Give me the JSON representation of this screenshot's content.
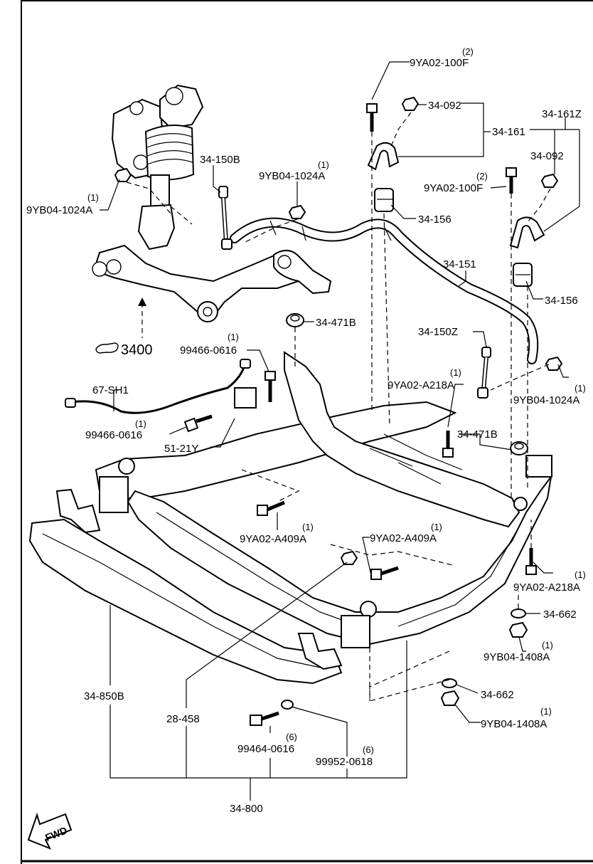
{
  "parts": {
    "p_9ya02_100f_top": {
      "code": "9YA02-100F",
      "qty": "(2)"
    },
    "p_34_092_top": {
      "code": "34-092"
    },
    "p_34_161": {
      "code": "34-161"
    },
    "p_34_161z": {
      "code": "34-161Z"
    },
    "p_34_092_right": {
      "code": "34-092"
    },
    "p_9ya02_100f_right": {
      "code": "9YA02-100F",
      "qty": "(2)"
    },
    "p_34_150b": {
      "code": "34-150B"
    },
    "p_9yb04_1024a_mid": {
      "code": "9YB04-1024A",
      "qty": "(1)"
    },
    "p_9yb04_1024a_left": {
      "code": "9YB04-1024A",
      "qty": "(1)"
    },
    "p_34_156_top": {
      "code": "34-156"
    },
    "p_34_151": {
      "code": "34-151"
    },
    "p_34_156_right": {
      "code": "34-156"
    },
    "p_34_471b_top": {
      "code": "34-471B"
    },
    "p_3400": {
      "code": "3400"
    },
    "p_99466_0616_top": {
      "code": "99466-0616",
      "qty": "(1)"
    },
    "p_34_150z": {
      "code": "34-150Z"
    },
    "p_67_sh1": {
      "code": "67-SH1"
    },
    "p_9ya02_a218a_top": {
      "code": "9YA02-A218A",
      "qty": "(1)"
    },
    "p_9yb04_1024a_right": {
      "code": "9YB04-1024A",
      "qty": "(1)"
    },
    "p_99466_0616_bottom": {
      "code": "99466-0616",
      "qty": "(1)"
    },
    "p_34_471b_right": {
      "code": "34-471B"
    },
    "p_51_21y": {
      "code": "51-21Y"
    },
    "p_9ya02_a409a_left": {
      "code": "9YA02-A409A",
      "qty": "(1)"
    },
    "p_9ya02_a409a_mid": {
      "code": "9YA02-A409A",
      "qty": "(1)"
    },
    "p_9ya02_a218a_bottom": {
      "code": "9YA02-A218A",
      "qty": "(1)"
    },
    "p_34_662_top": {
      "code": "34-662"
    },
    "p_9yb04_1408a_top": {
      "code": "9YB04-1408A",
      "qty": "(1)"
    },
    "p_34_850b": {
      "code": "34-850B"
    },
    "p_28_458": {
      "code": "28-458"
    },
    "p_34_662_bottom": {
      "code": "34-662"
    },
    "p_9yb04_1408a_bottom": {
      "code": "9YB04-1408A",
      "qty": "(1)"
    },
    "p_99464_0616": {
      "code": "99464-0616",
      "qty": "(6)"
    },
    "p_99952_0618": {
      "code": "99952-0618",
      "qty": "(6)"
    },
    "p_34_800": {
      "code": "34-800"
    }
  },
  "fwd_label": "FWD"
}
